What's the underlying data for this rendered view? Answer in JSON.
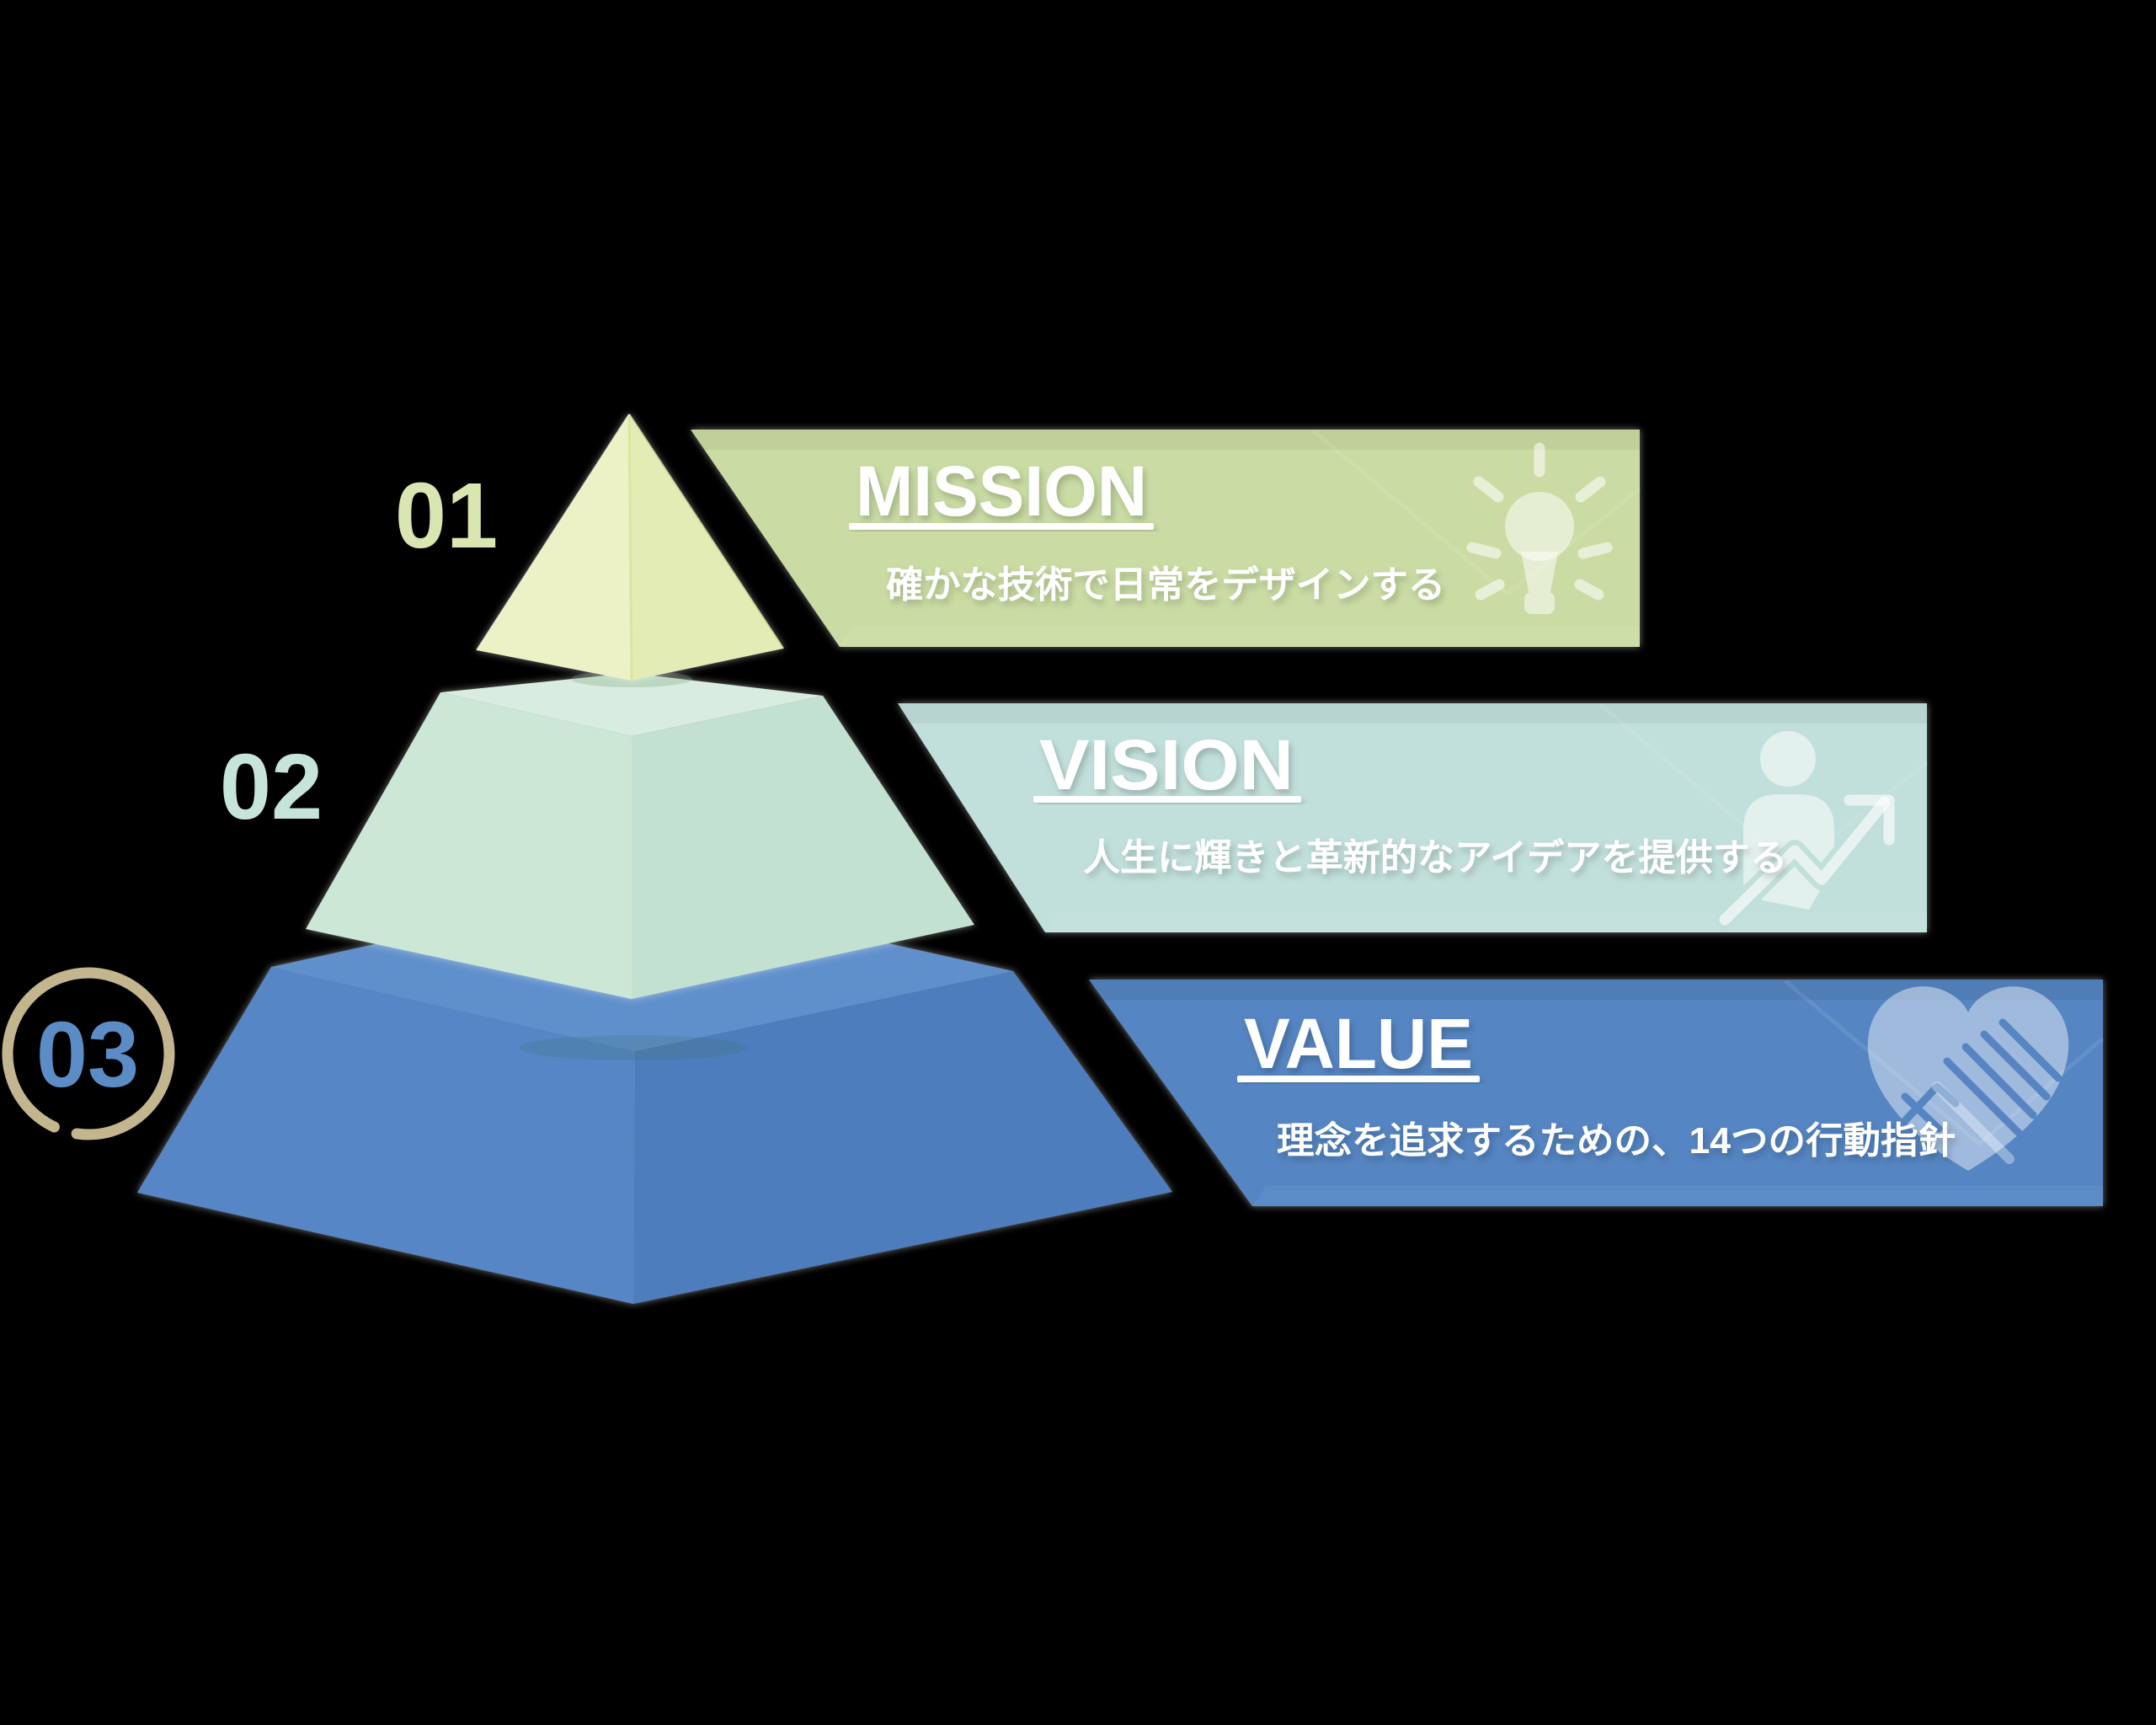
{
  "background_color": "#000000",
  "text_color": "#ffffff",
  "items": [
    {
      "id": "mission",
      "number": "01",
      "title": "MISSION",
      "subtitle": "確かな技術で日常をデザインする",
      "icon": "lightbulb-icon",
      "banner_color": "#cadca4",
      "number_color": "#d9e6b2",
      "tier_colors": {
        "left": "#edf2c6",
        "right": "#e3ecb4"
      }
    },
    {
      "id": "vision",
      "number": "02",
      "title": "VISION",
      "subtitle": "人生に輝きと革新的なアイデアを提供する",
      "icon": "person-growth-icon",
      "banner_color": "#c2e0db",
      "number_color": "#c7e4da",
      "tier_colors": {
        "top": "#d8ecdf",
        "left": "#cde7d7",
        "right": "#c3e1d0"
      }
    },
    {
      "id": "value",
      "number": "03",
      "title": "VALUE",
      "subtitle": "理念を追求するための、14つの行動指針",
      "icon": "heart-handshake-icon",
      "banner_color": "#5585c2",
      "number_color": "#5b8cc6",
      "number_ring_color": "#cdc096",
      "tier_colors": {
        "top": "#6090cb",
        "left": "#5686c6",
        "right": "#4e7dbc"
      }
    }
  ]
}
